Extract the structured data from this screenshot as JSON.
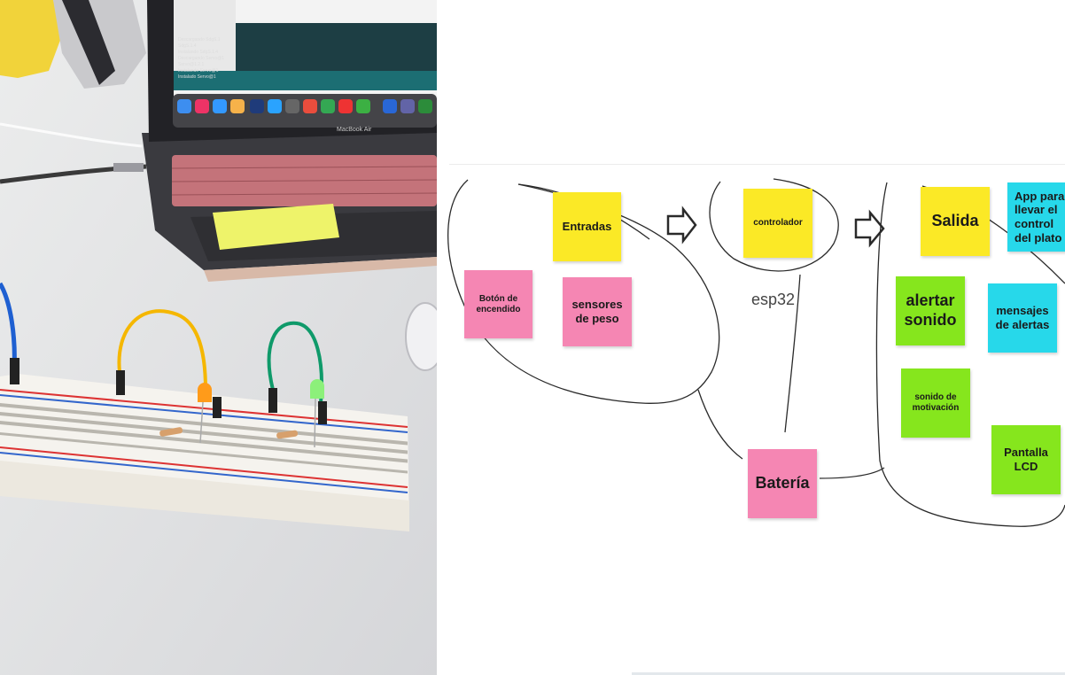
{
  "photo": {
    "laptop_brand": "MacBook Air",
    "console_lines": [
      "Descargando SdgS.1",
      "SdgS.1.4",
      "Instalando SdgS.1.4",
      "Descargando Servo@1",
      "Servo@1.2.1",
      "Instalando Servo@1",
      "Instalado Servo@1"
    ]
  },
  "board": {
    "stickies": {
      "entradas": "Entradas",
      "boton": "Botón de encendido",
      "sensores": "sensores de peso",
      "controlador": "controlador",
      "salida": "Salida",
      "app": "App para llevar el control del plato",
      "alertar": "alertar sonido",
      "mensajes": "mensajes de alertas",
      "sonido_motivacion": "sonido de motivación",
      "pantalla": "Pantalla LCD",
      "bateria": "Batería"
    },
    "labels": {
      "esp32": "esp32"
    }
  },
  "colors": {
    "yellow": "#fbe926",
    "pink": "#f586b3",
    "green": "#86e61d",
    "cyan": "#27d8ea"
  }
}
